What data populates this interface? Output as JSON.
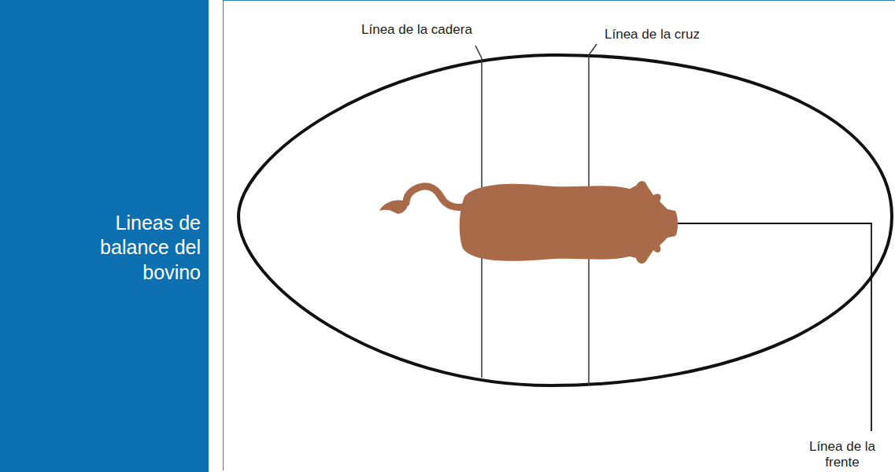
{
  "diagram": {
    "title": "Lineas de balance del bovino",
    "labels": [
      "Línea de la cadera",
      "Línea de la cruz",
      "Línea de la frente"
    ]
  }
}
